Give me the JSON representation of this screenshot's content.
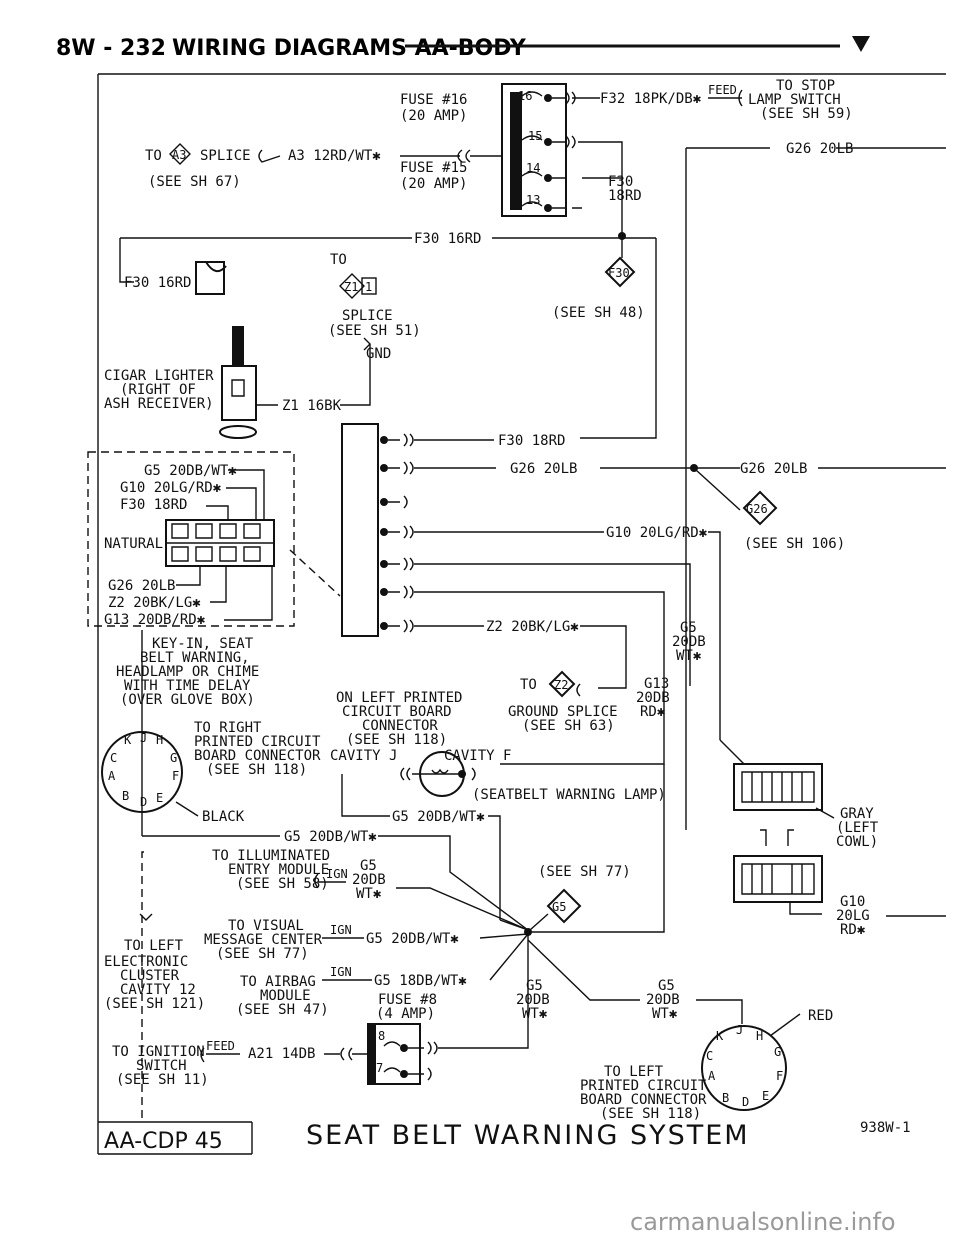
{
  "header": {
    "page": "8W - 232",
    "section": "WIRING DIAGRAMS AA-BODY"
  },
  "fuses": {
    "fuse16_name": "FUSE #16",
    "fuse16_rating": "(20 AMP)",
    "fuse15_name": "FUSE #15",
    "fuse15_rating": "(20 AMP)",
    "fuse8_name": "FUSE #8",
    "fuse8_rating": "(4 AMP)",
    "cav16": "16",
    "cav15": "15",
    "cav14": "14",
    "cav13": "13",
    "cav8": "8",
    "cav7": "7"
  },
  "wires": {
    "f32": "F32 18PK/DB✱",
    "feed": "FEED",
    "a3": "A3 12RD/WT✱",
    "f30_18rd_v": "F30",
    "f30_18rd_v2": "18RD",
    "f30_16rd_top": "F30 16RD",
    "f30_16rd_left": "F30 16RD",
    "g26_20lb_top": "G26 20LB",
    "z1": "Z1 16BK",
    "gnd": "GND",
    "f30_18rd_conn": "F30 18RD",
    "g26_20lb_conn": "G26 20LB",
    "g26_20lb_right": "G26 20LB",
    "g10_conn": "G10 20LG/RD✱",
    "z2_conn": "Z2 20BK/LG✱",
    "g5_right_1": "G5",
    "g5_right_2": "20DB",
    "g5_right_3": "WT✱",
    "g13_1": "G13",
    "g13_2": "20DB",
    "g13_3": "RD✱",
    "g5_belt": "G5 20DB/WT✱",
    "g5_mid": "G5 20DB/WT✱",
    "g5_illum_1": "G5",
    "g5_illum_2": "20DB",
    "g5_illum_3": "WT✱",
    "ign1": "IGN",
    "ign2": "IGN",
    "ign3": "IGN",
    "g5_visual": "G5 20DB/WT✱",
    "g5_airbag": "G5 18DB/WT✱",
    "g5_lower_1": "G5",
    "g5_lower_2": "20DB",
    "g5_lower_3": "WT✱",
    "g5_lower_r1": "G5",
    "g5_lower_r2": "20DB",
    "g5_lower_r3": "WT✱",
    "g10_right_1": "G10",
    "g10_right_2": "20LG",
    "g10_right_3": "RD✱",
    "feed2": "FEED",
    "a21": "A21 14DB"
  },
  "box_legend": {
    "g5": "G5 20DB/WT✱",
    "g10": "G10 20LG/RD✱",
    "f30": "F30 18RD",
    "natural": "NATURAL",
    "g26": "G26 20LB",
    "z2": "Z2 20BK/LG✱",
    "g13": "G13 20DB/RD✱"
  },
  "labels": {
    "to": "TO",
    "splice_a3": "A3",
    "splice_word": "SPLICE",
    "see_sh67": "(SEE SH 67)",
    "stop_1": "TO STOP",
    "stop_2": "LAMP SWITCH",
    "stop_3": "(SEE SH 59)",
    "to_z1": "TO",
    "z1_1": "Z1",
    "z1_2": "1",
    "splice_z1_1": "SPLICE",
    "splice_z1_2": "(SEE SH 51)",
    "f30_tag": "F30",
    "see_sh48": "(SEE SH 48)",
    "cigar_1": "CIGAR LIGHTER",
    "cigar_2": "(RIGHT OF",
    "cigar_3": "ASH RECEIVER)",
    "g26_tag": "G26",
    "see_sh106": "(SEE SH 106)",
    "key_1": "KEY-IN, SEAT",
    "key_2": "BELT WARNING,",
    "key_3": "HEADLAMP OR CHIME",
    "key_4": "WITH TIME DELAY",
    "key_5": "(OVER GLOVE BOX)",
    "to_z2": "TO",
    "z2_tag": "Z2",
    "ground_1": "GROUND SPLICE",
    "ground_2": "(SEE SH 63)",
    "lpcb_1": "ON LEFT PRINTED",
    "lpcb_2": "CIRCUIT BOARD",
    "lpcb_3": "CONNECTOR",
    "lpcb_4": "(SEE SH 118)",
    "cav_j": "CAVITY J",
    "cav_f": "CAVITY F",
    "belt_lamp": "(SEATBELT WARNING LAMP)",
    "rpcb_1": "TO RIGHT",
    "rpcb_2": "PRINTED CIRCUIT",
    "rpcb_3": "BOARD CONNECTOR",
    "rpcb_4": "(SEE SH 118)",
    "black": "BLACK",
    "gray_1": "GRAY",
    "gray_2": "(LEFT",
    "gray_3": "COWL)",
    "illum_1": "TO ILLUMINATED",
    "illum_2": "ENTRY MODULE",
    "illum_3": "(SEE SH 58)",
    "see_sh77": "(SEE SH 77)",
    "g5_tag": "G5",
    "lc_1": "TO LEFT",
    "lc_2": "ELECTRONIC",
    "lc_3": "CLUSTER",
    "lc_4": "CAVITY 12",
    "lc_5": "(SEE SH 121)",
    "vmc_1": "TO VISUAL",
    "vmc_2": "MESSAGE CENTER",
    "vmc_3": "(SEE SH 77)",
    "air_1": "TO AIRBAG",
    "air_2": "MODULE",
    "air_3": "(SEE SH 47)",
    "ign_1": "TO IGNITION",
    "ign_2": "SWITCH",
    "ign_3": "(SEE SH 11)",
    "lpcb2_1": "TO LEFT",
    "lpcb2_2": "PRINTED CIRCUIT",
    "lpcb2_3": "BOARD CONNECTOR",
    "lpcb2_4": "(SEE SH 118)",
    "red": "RED",
    "pin_k": "K",
    "pin_j": "J",
    "pin_h": "H",
    "pin_g": "G",
    "pin_f": "F",
    "pin_e": "E",
    "pin_d": "D",
    "pin_c": "C",
    "pin_b": "B",
    "pin_a": "A"
  },
  "footer": {
    "code": "AA-CDP 45",
    "title": "SEAT BELT WARNING SYSTEM",
    "fig": "938W-1",
    "watermark": "carmanualsonline.info"
  }
}
